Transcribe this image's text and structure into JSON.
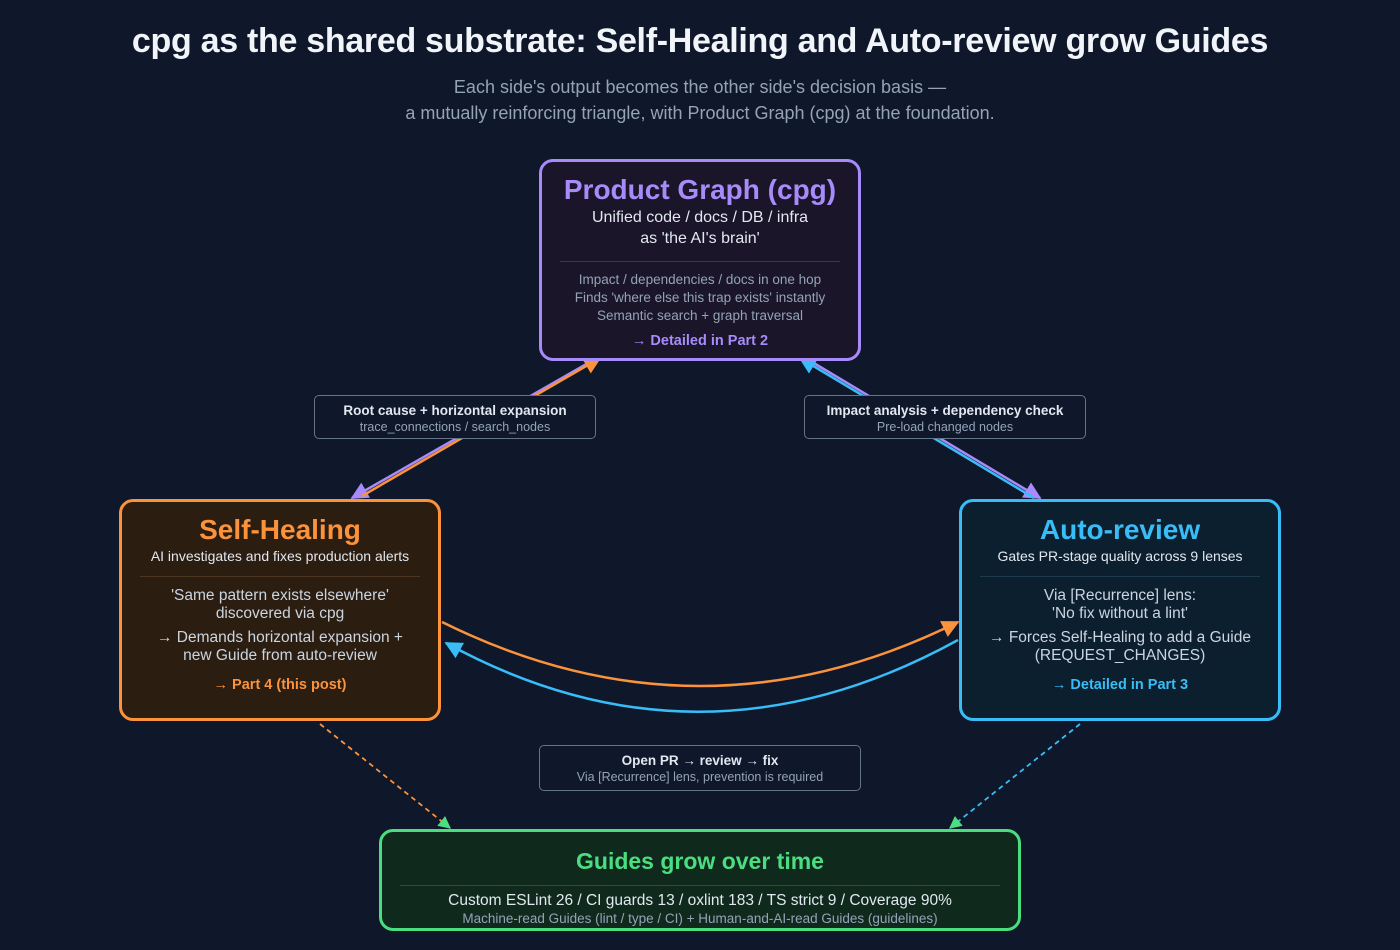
{
  "title": "cpg as the shared substrate: Self-Healing and Auto-review grow Guides",
  "subtitle": {
    "line1": "Each side's output becomes the other side's decision basis —",
    "line2": "a mutually reinforcing triangle, with Product Graph (cpg) at the foundation."
  },
  "colors": {
    "background": "#0f172a",
    "cpg": "#a78bfa",
    "self_healing": "#fb923c",
    "auto_review": "#38bdf8",
    "guides": "#4ade80"
  },
  "cpg": {
    "title": "Product Graph (cpg)",
    "subtitle_line1": "Unified code / docs / DB / infra",
    "subtitle_line2": "as 'the AI's brain'",
    "details": [
      "Impact / dependencies / docs in one hop",
      "Finds 'where else this trap exists' instantly",
      "Semantic search + graph traversal"
    ],
    "link": "→ Detailed in Part 2"
  },
  "self_healing": {
    "title": "Self-Healing",
    "subtitle": "AI investigates and fixes production alerts",
    "detail_line1": "'Same pattern exists elsewhere'",
    "detail_line2": "discovered via cpg",
    "detail_line3": "→ Demands horizontal expansion +",
    "detail_line4": "new Guide from auto-review",
    "link": "→ Part 4 (this post)"
  },
  "auto_review": {
    "title": "Auto-review",
    "subtitle": "Gates PR-stage quality across 9 lenses",
    "detail_line1": "Via [Recurrence] lens:",
    "detail_line2": "'No fix without a lint'",
    "detail_line3": "→ Forces Self-Healing to add a Guide",
    "detail_line4": "(REQUEST_CHANGES)",
    "link": "→ Detailed in Part 3"
  },
  "guides": {
    "title": "Guides grow over time",
    "stats": "Custom ESLint 26 / CI guards 13 / oxlint 183 / TS strict 9 / Coverage 90%",
    "detail": "Machine-read Guides (lint / type / CI) + Human-and-AI-read Guides (guidelines)"
  },
  "labels": {
    "left": {
      "title": "Root cause + horizontal expansion",
      "sub": "trace_connections / search_nodes"
    },
    "right": {
      "title": "Impact analysis + dependency check",
      "sub": "Pre-load changed nodes"
    },
    "bottom": {
      "title": "Open PR → review → fix",
      "sub": "Via [Recurrence] lens, prevention is required"
    }
  }
}
